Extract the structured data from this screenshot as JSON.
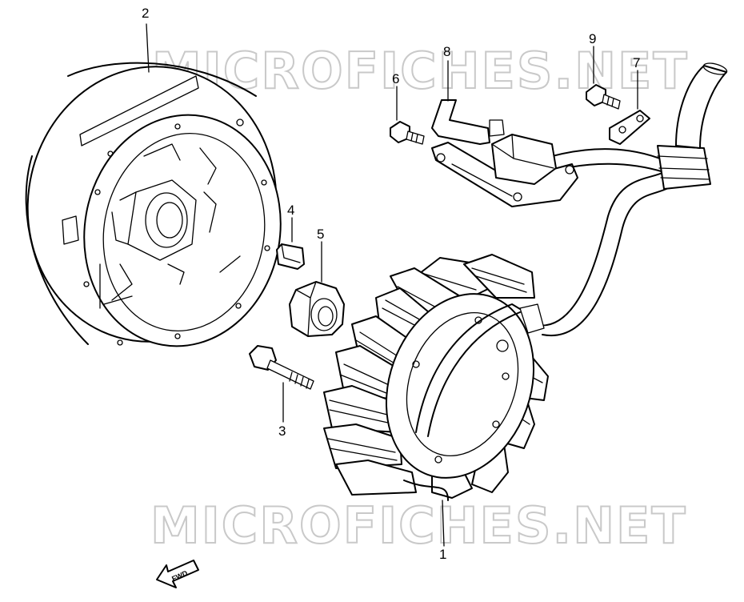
{
  "watermark": {
    "top_text": "MICROFICHES.NET",
    "bottom_text": "MICROFICHES.NET"
  },
  "callouts": {
    "c1": "1",
    "c2": "2",
    "c3": "3",
    "c4": "4",
    "c5": "5",
    "c6": "6",
    "c7": "7",
    "c8": "8",
    "c9": "9"
  },
  "fwd_label": "FWD"
}
